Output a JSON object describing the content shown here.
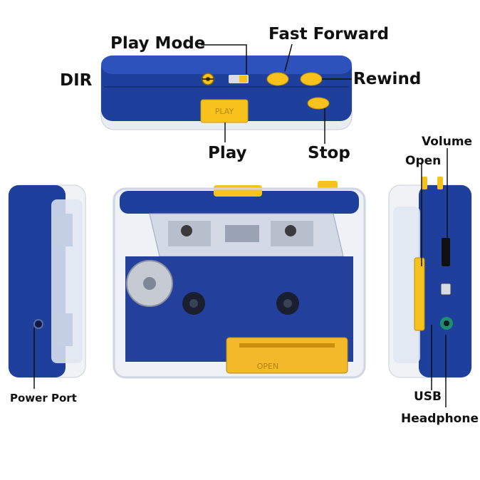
{
  "labels": {
    "play_mode": "Play Mode",
    "fast_forward": "Fast Forward",
    "dir": "DIR",
    "rewind": "Rewind",
    "play": "Play",
    "stop": "Stop",
    "volume": "Volume",
    "open": "Open",
    "usb": "USB",
    "headphone": "Headphone",
    "power_port": "Power Port"
  },
  "device_text": {
    "play_button": "PLAY",
    "open_lid": "OPEN"
  },
  "colors": {
    "body_blue": "#1f3f9c",
    "button_yellow": "#f7c21c",
    "leader_line": "#111111"
  }
}
